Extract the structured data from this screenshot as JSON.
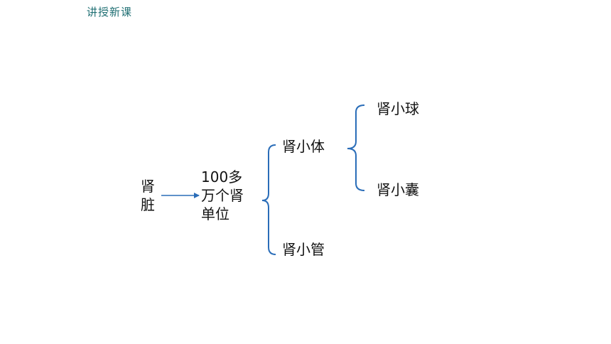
{
  "header": {
    "title": "讲授新课"
  },
  "diagram": {
    "root": {
      "line1": "肾",
      "line2": "脏"
    },
    "units": {
      "line1": "100多",
      "line2": "万个肾",
      "line3": "单位"
    },
    "branch1": "肾小体",
    "branch2": "肾小管",
    "leaf1": "肾小球",
    "leaf2": "肾小囊"
  },
  "colors": {
    "header": "#1f6f73",
    "connector": "#2a6db8"
  }
}
